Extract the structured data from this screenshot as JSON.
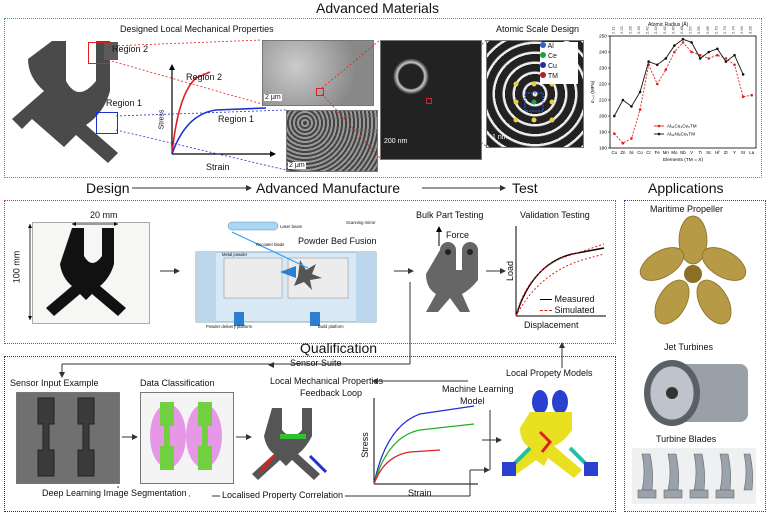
{
  "header": {
    "title": "Advanced Materials"
  },
  "materials": {
    "local_props_title": "Designed Local Mechanical Properties",
    "region2": "Region 2",
    "region1": "Region 1",
    "curve_region2": "Region 2",
    "curve_region1": "Region 1",
    "ylabel": "Stress",
    "xlabel": "Strain",
    "scale_2um_top": "2 μm",
    "scale_2um_bottom": "2 μm",
    "scale_200nm": "200 nm",
    "scale_1nm": "1 nm",
    "legend_elements": [
      "Al",
      "Ce",
      "Cu",
      "TM"
    ],
    "atomic_title": "Atomic Scale Design"
  },
  "flow": {
    "design": "Design",
    "advanced_manufacture": "Advanced Manufacture",
    "test": "Test",
    "applications": "Applications",
    "qualification": "Qualification"
  },
  "manufacture": {
    "dim_20": "20 mm",
    "dim_100": "100 mm",
    "pbf": "Powder Bed Fusion",
    "laser_beam": "Laser beam",
    "scanning_mirror": "Scanning mirror",
    "metal_powder": "Metal powder",
    "recoater_blade": "Recoater blade",
    "powder_delivery": "Powder delivery platform",
    "build_platform": "Build platform",
    "bulk_testing": "Bulk Part Testing",
    "force": "Force",
    "validation_testing": "Validation Testing",
    "load": "Load",
    "displacement": "Displacement",
    "legend_measured": "Measured",
    "legend_simulated": "Simulated"
  },
  "qualification": {
    "sensor_suite": "Sensor Suite",
    "sensor_input": "Sensor Input Example",
    "data_classification": "Data Classification",
    "feedback_loop_1": "Local Mechanical Properties",
    "feedback_loop_2": "Feedback Loop",
    "ml_model_1": "Machine Learning",
    "ml_model_2": "Model",
    "local_property_models": "Local Propety Models",
    "stress": "Stress",
    "strain": "Strain",
    "deep_learning": "Deep Learning Image Segmentation",
    "localised_corr": "Localised Property Correlation"
  },
  "applications": {
    "maritime": "Maritime Propeller",
    "jet": "Jet Turbines",
    "blades": "Turbine Blades"
  },
  "colors": {
    "green_box": "#2fb52f",
    "red_box": "#d43030",
    "blue_box": "#3040b0",
    "curve_red": "#e02020",
    "curve_blue": "#2030d0",
    "curve_green": "#20b020"
  },
  "chart_data": {
    "type": "line",
    "title": "Atomic Radius (Å)",
    "xlabel": "Elements (TM = X)",
    "ylabel": "σ₀.₂ (MPa)",
    "categories": [
      "Cu",
      "Zn",
      "Ni",
      "Co",
      "Cr",
      "Fe",
      "Mn",
      "Mo",
      "Nb",
      "V",
      "Ti",
      "Sc",
      "Hf",
      "Zr",
      "Y",
      "Sr",
      "La"
    ],
    "top_ticks": [
      "2.11",
      "2.22",
      "2.28",
      "2.33",
      "2.42",
      "2.44",
      "2.45",
      "2.46",
      "2.48",
      "2.52",
      "2.55",
      "2.66",
      "2.70",
      "2.74",
      "2.74",
      "2.94",
      "3.28"
    ],
    "ylim": [
      180,
      250
    ],
    "yticks": [
      180,
      190,
      200,
      210,
      220,
      230,
      240,
      250
    ],
    "series": [
      {
        "name": "Al₉₁Cu₃Ce₅TM",
        "color": "#e02020",
        "dash": true,
        "values": [
          189,
          183,
          186,
          204,
          232,
          220,
          229,
          240,
          246,
          240,
          238,
          236,
          238,
          236,
          232,
          212,
          213
        ]
      },
      {
        "name": "Al₉₁Ni₃Ce₅TM",
        "color": "#111111",
        "dash": false,
        "values": [
          200,
          210,
          206,
          215,
          234,
          232,
          236,
          244,
          248,
          246,
          236,
          240,
          242,
          234,
          238,
          226,
          null
        ]
      }
    ]
  }
}
